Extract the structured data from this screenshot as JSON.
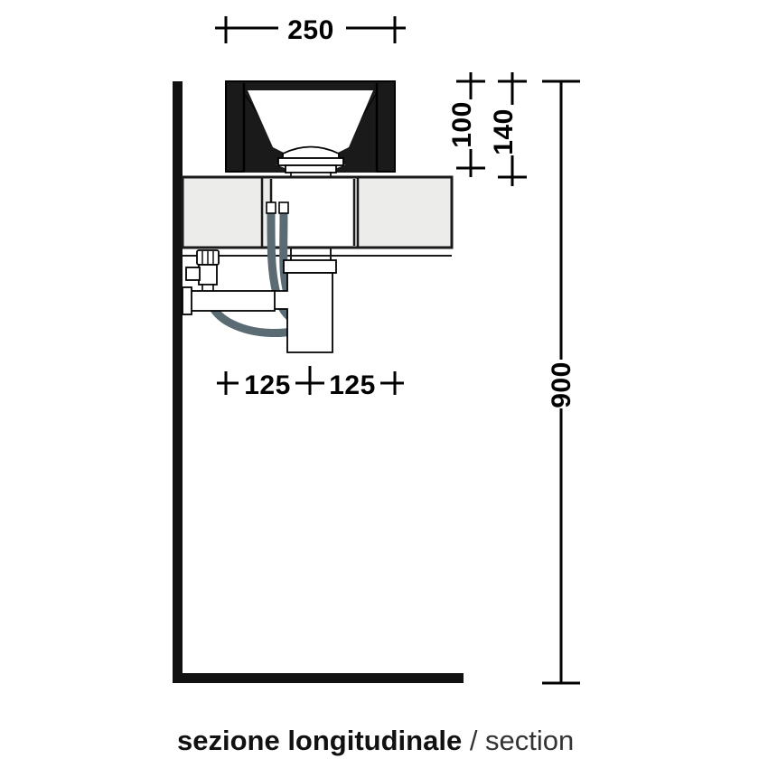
{
  "drawing": {
    "title": "sezione longitudinale / section",
    "caption": {
      "bold_part": "sezione longitudinale",
      "separator": " / ",
      "light_part": "section"
    },
    "colors": {
      "line": "#000000",
      "wall": "#111111",
      "basin_fill": "#1a1a1a",
      "counter_fill": "#ececea",
      "counter_stroke": "#1a1a1a",
      "hose": "#5b6b73",
      "trap_fill": "#ffffff",
      "background": "#ffffff"
    },
    "dimensions": {
      "width_top": {
        "value": "250",
        "unit": "mm",
        "orientation": "horizontal",
        "position": "top"
      },
      "basin_depth": {
        "value": "100",
        "unit": "mm",
        "orientation": "vertical",
        "position": "right-inner"
      },
      "basin_height": {
        "value": "140",
        "unit": "mm",
        "orientation": "vertical",
        "position": "right-middle"
      },
      "total_height": {
        "value": "900",
        "unit": "mm",
        "orientation": "vertical",
        "position": "right-outer"
      },
      "offset_left": {
        "value": "125",
        "unit": "mm",
        "orientation": "horizontal",
        "position": "bottom-left"
      },
      "offset_right": {
        "value": "125",
        "unit": "mm",
        "orientation": "horizontal",
        "position": "bottom-right"
      }
    },
    "components": [
      {
        "name": "wall",
        "label": "wall-section"
      },
      {
        "name": "floor",
        "label": "floor-line"
      },
      {
        "name": "basin",
        "label": "washbasin-funnel"
      },
      {
        "name": "countertop",
        "label": "counter-panel"
      },
      {
        "name": "drain",
        "label": "drain-assembly"
      },
      {
        "name": "trap",
        "label": "bottle-trap"
      },
      {
        "name": "valve",
        "label": "angle-valve"
      },
      {
        "name": "hose",
        "label": "flexible-supply-hose"
      }
    ]
  }
}
